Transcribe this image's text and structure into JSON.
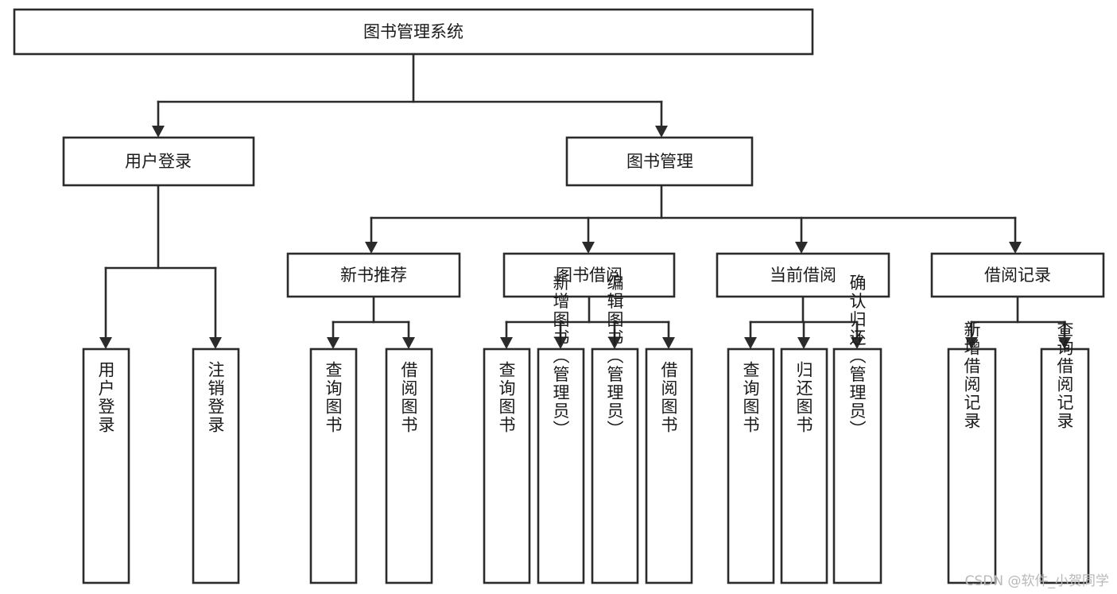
{
  "diagram": {
    "type": "tree-hierarchy-flowchart",
    "title": "图书管理系统",
    "orientation": "top-down",
    "levels": 4,
    "colors": {
      "box_fill": "#ffffff",
      "box_stroke": "#2b2b2b",
      "connector": "#2b2b2b",
      "text": "#1a1a1a",
      "watermark": "#b9b9b9",
      "background": "#ffffff"
    },
    "root": {
      "id": "root",
      "label": "图书管理系统",
      "orientation": "horizontal"
    },
    "level2": [
      {
        "id": "user-login",
        "label": "用户登录",
        "orientation": "horizontal"
      },
      {
        "id": "book-management",
        "label": "图书管理",
        "orientation": "horizontal"
      }
    ],
    "level3": [
      {
        "id": "new-book-recommend",
        "label": "新书推荐",
        "orientation": "horizontal",
        "parent": "book-management"
      },
      {
        "id": "book-borrow",
        "label": "图书借阅",
        "orientation": "horizontal",
        "parent": "book-management"
      },
      {
        "id": "current-borrow",
        "label": "当前借阅",
        "orientation": "horizontal",
        "parent": "book-management"
      },
      {
        "id": "borrow-record",
        "label": "借阅记录",
        "orientation": "horizontal",
        "parent": "book-management"
      }
    ],
    "leaves": [
      {
        "id": "leaf-user-login",
        "label": "用户登录",
        "orientation": "vertical",
        "parent": "user-login"
      },
      {
        "id": "leaf-logout",
        "label": "注销登录",
        "orientation": "vertical",
        "parent": "user-login"
      },
      {
        "id": "leaf-query-book-1",
        "label": "查询图书",
        "orientation": "vertical",
        "parent": "new-book-recommend"
      },
      {
        "id": "leaf-borrow-book-1",
        "label": "借阅图书",
        "orientation": "vertical",
        "parent": "new-book-recommend"
      },
      {
        "id": "leaf-query-book-2",
        "label": "查询图书",
        "orientation": "vertical",
        "parent": "book-borrow"
      },
      {
        "id": "leaf-add-book",
        "label": "新增图书（管理员）",
        "orientation": "vertical",
        "parent": "book-borrow"
      },
      {
        "id": "leaf-edit-book",
        "label": "编辑图书（管理员）",
        "orientation": "vertical",
        "parent": "book-borrow"
      },
      {
        "id": "leaf-borrow-book-2",
        "label": "借阅图书",
        "orientation": "vertical",
        "parent": "book-borrow"
      },
      {
        "id": "leaf-query-book-3",
        "label": "查询图书",
        "orientation": "vertical",
        "parent": "current-borrow"
      },
      {
        "id": "leaf-return-book",
        "label": "归还图书",
        "orientation": "vertical",
        "parent": "current-borrow"
      },
      {
        "id": "leaf-confirm-return",
        "label": "确认归还（管理员）",
        "orientation": "vertical",
        "parent": "current-borrow"
      },
      {
        "id": "leaf-add-record",
        "label": "新增借阅记录",
        "orientation": "vertical",
        "parent": "borrow-record"
      },
      {
        "id": "leaf-query-record",
        "label": "查询借阅记录",
        "orientation": "vertical",
        "parent": "borrow-record"
      }
    ]
  },
  "watermark": {
    "text": "CSDN @软件_小贺同学"
  }
}
